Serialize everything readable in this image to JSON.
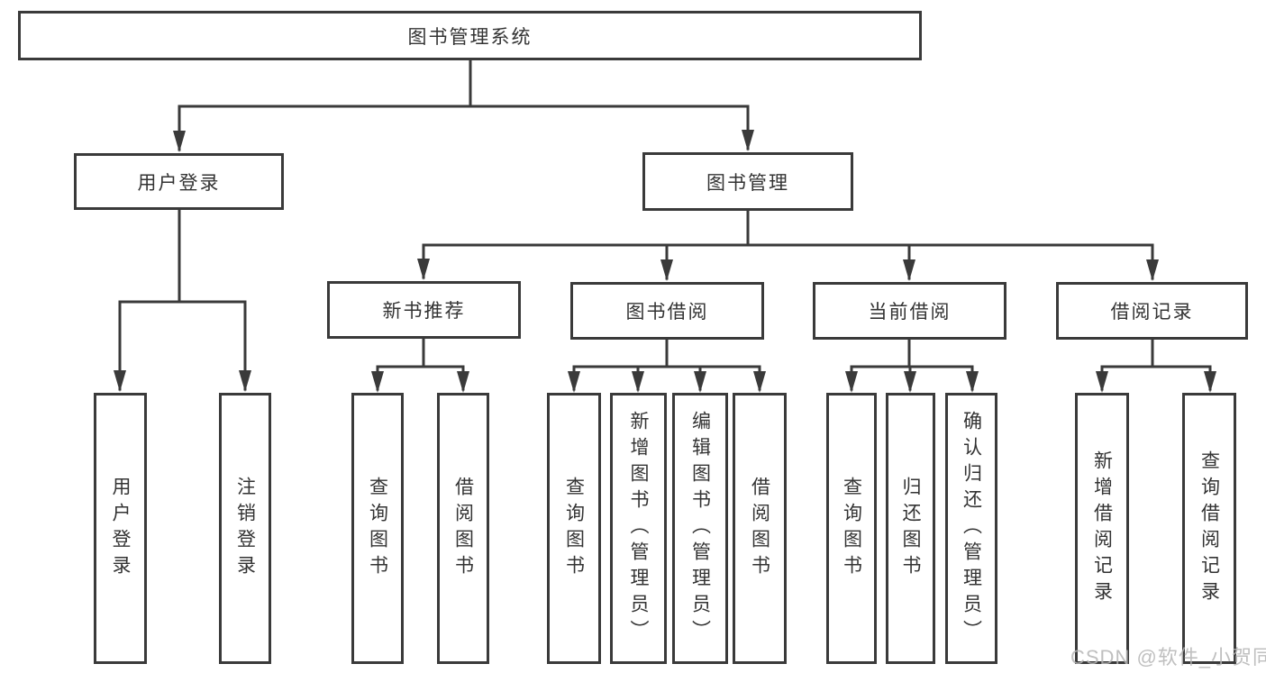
{
  "diagram": {
    "title": "图书管理系统",
    "root": {
      "label": "图书管理系统"
    },
    "branches": [
      {
        "label": "用户登录",
        "children": [
          {
            "label": "用户登录"
          },
          {
            "label": "注销登录"
          }
        ]
      },
      {
        "label": "图书管理",
        "children": [
          {
            "label": "新书推荐",
            "children": [
              {
                "label": "查询图书"
              },
              {
                "label": "借阅图书"
              }
            ]
          },
          {
            "label": "图书借阅",
            "children": [
              {
                "label": "查询图书"
              },
              {
                "label": "新增图书（管理员）"
              },
              {
                "label": "编辑图书（管理员）"
              },
              {
                "label": "借阅图书"
              }
            ]
          },
          {
            "label": "当前借阅",
            "children": [
              {
                "label": "查询图书"
              },
              {
                "label": "归还图书"
              },
              {
                "label": "确认归还（管理员）"
              }
            ]
          },
          {
            "label": "借阅记录",
            "children": [
              {
                "label": "新增借阅记录"
              },
              {
                "label": "查询借阅记录"
              }
            ]
          }
        ]
      }
    ]
  },
  "watermark": {
    "text": "CSDN @软件_小贺同学"
  },
  "colors": {
    "line": "#3a3a3a",
    "box_border": "#3a3a3a",
    "text": "#333333",
    "watermark": "#b5b5b5",
    "background": "#ffffff"
  }
}
